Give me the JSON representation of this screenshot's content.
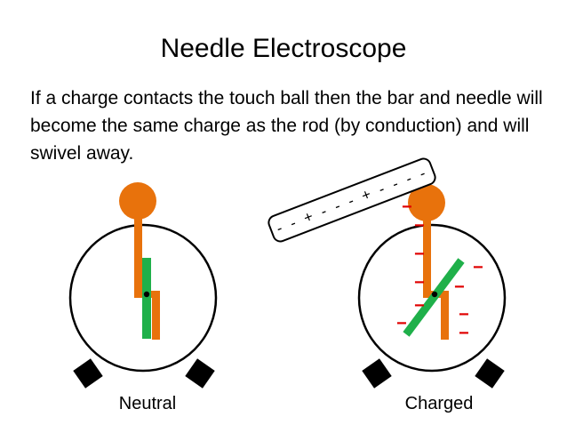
{
  "slide": {
    "title": "Needle Electroscope",
    "description": "If a charge contacts the touch ball then the bar and needle will become the same charge as the rod (by conduction) and will swivel away."
  },
  "rod": {
    "signs": [
      "-",
      "-",
      "+",
      "-",
      "-",
      "-",
      "+",
      "-",
      "-",
      "-",
      "-"
    ]
  },
  "electroscopes": [
    {
      "label": "Neutral",
      "charge_sign": ""
    },
    {
      "label": "Charged",
      "charge_sign": "−"
    }
  ],
  "colors": {
    "ball": "#e8720c",
    "needle": "#1fb04a",
    "charge": "#e00000",
    "outline": "#000000",
    "background": "#ffffff"
  }
}
